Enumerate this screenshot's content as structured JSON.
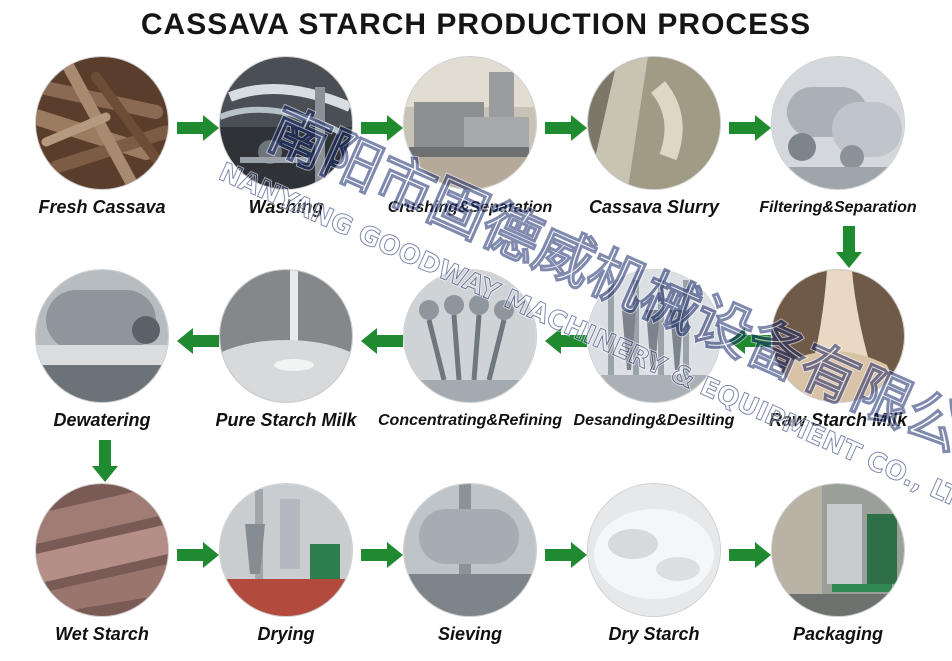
{
  "title": "CASSAVA STARCH PRODUCTION PROCESS",
  "steps": [
    {
      "label": "Fresh Cassava",
      "icon": "cassava-roots-photo"
    },
    {
      "label": "Washing",
      "icon": "washing-machine-photo"
    },
    {
      "label": "Crushing&Separation",
      "icon": "crusher-photo"
    },
    {
      "label": "Cassava Slurry",
      "icon": "slurry-photo"
    },
    {
      "label": "Filtering&Separation",
      "icon": "filter-screen-photo"
    },
    {
      "label": "Raw Starch Milk",
      "icon": "raw-starch-milk-photo"
    },
    {
      "label": "Desanding&Desilting",
      "icon": "hydrocyclone-photo"
    },
    {
      "label": "Concentrating&Refining",
      "icon": "refining-cyclones-photo"
    },
    {
      "label": "Pure Starch Milk",
      "icon": "pure-starch-milk-photo"
    },
    {
      "label": "Dewatering",
      "icon": "vacuum-filter-photo"
    },
    {
      "label": "Wet Starch",
      "icon": "wet-starch-photo"
    },
    {
      "label": "Drying",
      "icon": "flash-dryer-photo"
    },
    {
      "label": "Sieving",
      "icon": "sieve-machine-photo"
    },
    {
      "label": "Dry Starch",
      "icon": "dry-starch-photo"
    },
    {
      "label": "Packaging",
      "icon": "packaging-machine-photo"
    }
  ],
  "watermark": {
    "chinese": "南阳市固德威机械设备有限公司",
    "english": "NANYANG GOODWAY MACHINERY & EQUIPMENT CO., LTD"
  },
  "colors": {
    "arrow": "#1f8a2f",
    "text": "#111111"
  }
}
